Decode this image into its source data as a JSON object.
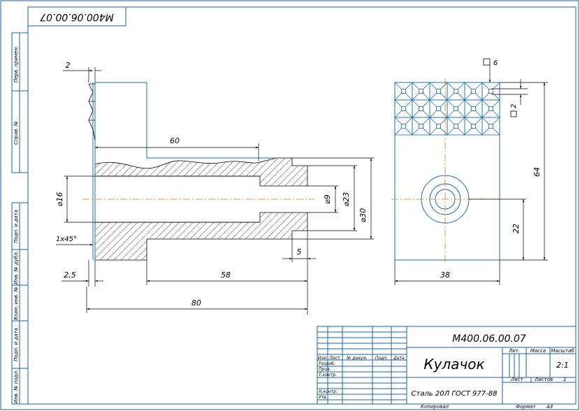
{
  "drawing": {
    "designation": "М400.06.00.07",
    "designation_mirrored": "М400.06.00.07",
    "part_name": "Кулачок",
    "material": "Сталь 20Л ГОСТ 977-88",
    "mass": "",
    "scale": "2:1",
    "sheet_label": "Лист",
    "sheets_label": "Листов",
    "sheets_value": "1",
    "lit_label": "Лит.",
    "mass_label": "Масса",
    "scale_label": "Масштаб",
    "copied_label": "Копировал",
    "format_label": "Формат",
    "format_value": "А3"
  },
  "title_block_rows": {
    "izm": "Изм",
    "list": "Лист",
    "doc_no": "№ докум.",
    "sign": "Подп.",
    "date": "Дата",
    "developer": "Разраб.",
    "checker": "Пров.",
    "tech": "Т.контр.",
    "ncontrol": "Н.контр.",
    "approved": "Утв."
  },
  "side_stamps": [
    "Перв. примен.",
    "Справ. №",
    "Подп. и дата",
    "Инв. № дубл.",
    "Взам. инв. №",
    "Подп. и дата",
    "Инв. № подл."
  ],
  "dimensions": {
    "d60": "60",
    "d2": "2",
    "d16": "⌀16",
    "d9": "⌀9",
    "d23": "⌀23",
    "d30": "⌀30",
    "chamfer": "1x45°",
    "d5": "5",
    "d2_5": "2,5",
    "d58": "58",
    "d80": "80",
    "d6": "6",
    "d2_square": "2",
    "d64": "64",
    "d22": "22",
    "d38": "38"
  },
  "colors": {
    "frame": "#1a5fa6",
    "geometry": "#1a6fae",
    "centerline": "#e07a10",
    "dimension": "#000000"
  }
}
